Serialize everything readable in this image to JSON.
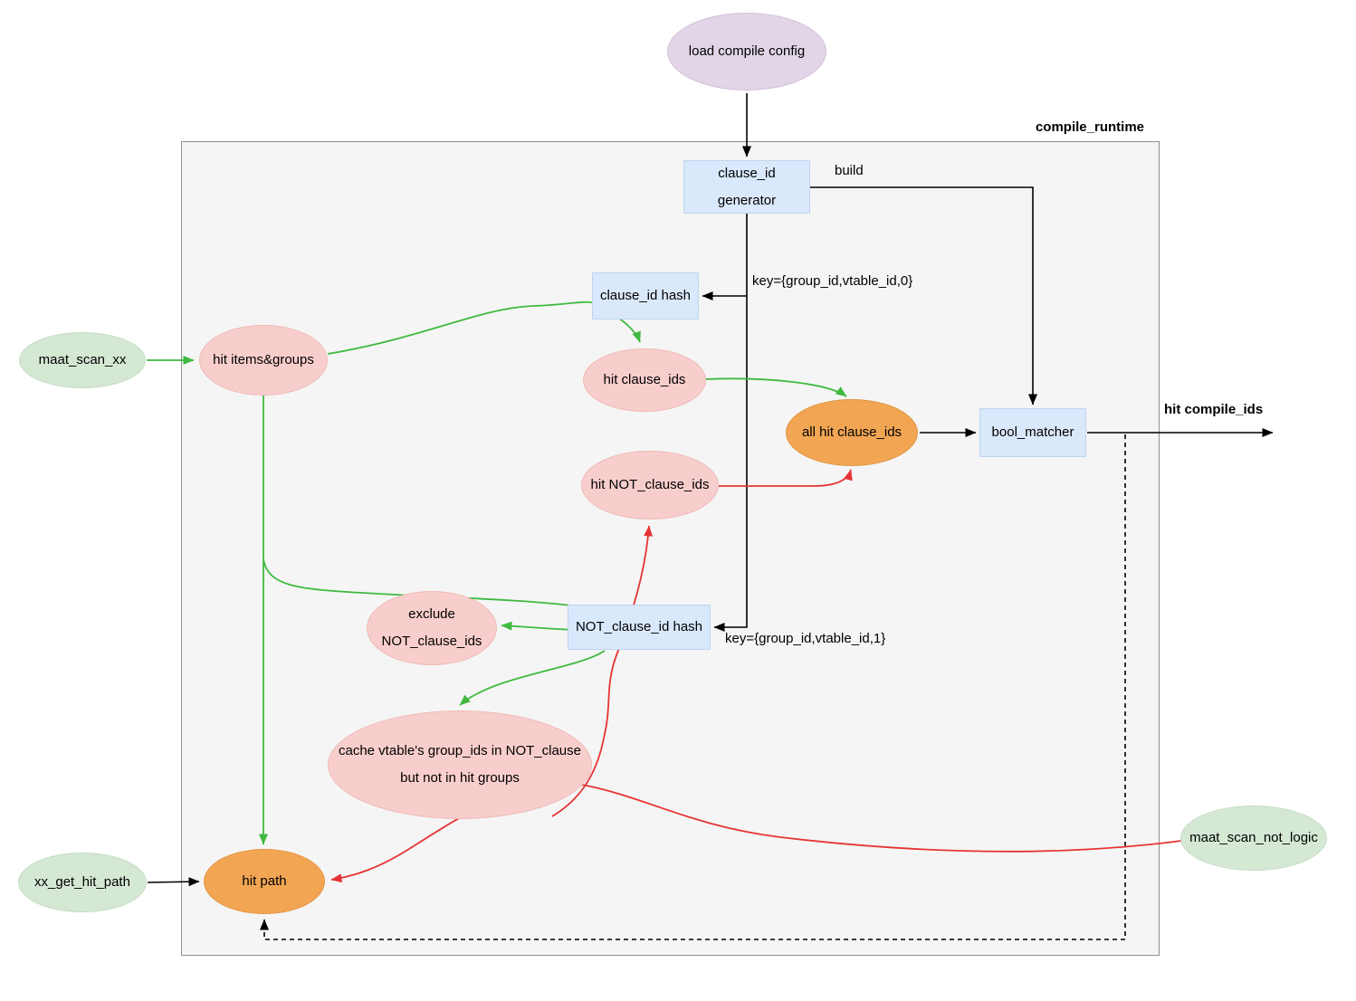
{
  "diagram": {
    "container_label": "compile_runtime",
    "output_label": "hit compile_ids",
    "edge_labels": {
      "build": "build",
      "key0": "key={group_id,vtable_id,0}",
      "key1": "key={group_id,vtable_id,1}"
    },
    "nodes": {
      "load_compile_config": {
        "label": "load compile config"
      },
      "clause_id_generator": {
        "line1": "clause_id",
        "line2": "generator"
      },
      "clause_id_hash": {
        "label": "clause_id hash"
      },
      "maat_scan_xx": {
        "label": "maat_scan_xx"
      },
      "hit_items_groups": {
        "label": "hit items&groups"
      },
      "hit_clause_ids": {
        "label": "hit clause_ids"
      },
      "all_hit_clause_ids": {
        "label": "all hit clause_ids"
      },
      "bool_matcher": {
        "label": "bool_matcher"
      },
      "hit_not_clause_ids": {
        "label": "hit NOT_clause_ids"
      },
      "exclude_not_clause_ids": {
        "line1": "exclude",
        "line2": "NOT_clause_ids"
      },
      "not_clause_id_hash": {
        "label": "NOT_clause_id hash"
      },
      "cache_vtable": {
        "line1": "cache vtable's group_ids in NOT_clause",
        "line2": "but not in hit groups"
      },
      "maat_scan_not_logic": {
        "label": "maat_scan_not_logic"
      },
      "xx_get_hit_path": {
        "label": "xx_get_hit_path"
      },
      "hit_path": {
        "label": "hit path"
      }
    },
    "colors": {
      "pink_node": "#f8cecc",
      "green_node": "#d5e8d4",
      "purple_node": "#e1d5e7",
      "orange_node": "#f2a654",
      "blue_node": "#dae8fc",
      "container_fill": "#f5f5f5",
      "green_edge": "#3fb93f",
      "red_edge": "#e63434",
      "black_edge": "#000000"
    }
  }
}
